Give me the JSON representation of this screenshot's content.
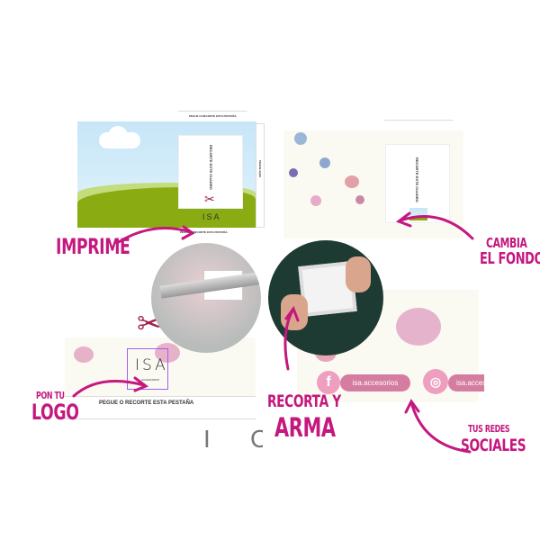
{
  "labels": {
    "print": "IMPRIME",
    "change_line1": "CAMBIA",
    "change_line2": "EL FONDO",
    "logo_line1": "PON TU",
    "logo_line2": "LOGO",
    "cut_line1": "RECORTA Y",
    "cut_line2": "ARMA",
    "social_line1": "TUS REDES",
    "social_line2": "SOCIALES"
  },
  "template": {
    "top_flap": "PEGUE O RECORTE ESTA PESTAÑA",
    "card_text": "RECORTE ESTE CUADRO",
    "side_text": "PEGUE AQUI",
    "bottom_flap": "PEGUE O RECORTE ESTA PESTAÑA",
    "logo": "ISA",
    "logo_sub": "ACCESORIOS"
  },
  "social": {
    "facebook_handle": "isa.accesorios",
    "instagram_handle": "isa.accesorios",
    "facebook_icon": "facebook-icon",
    "instagram_icon": "instagram-icon"
  },
  "partial_letters": [
    "I",
    "C"
  ],
  "colors": {
    "accent": "#c4187e",
    "pill": "#d57da0",
    "logo_box": "#a35ff0"
  }
}
